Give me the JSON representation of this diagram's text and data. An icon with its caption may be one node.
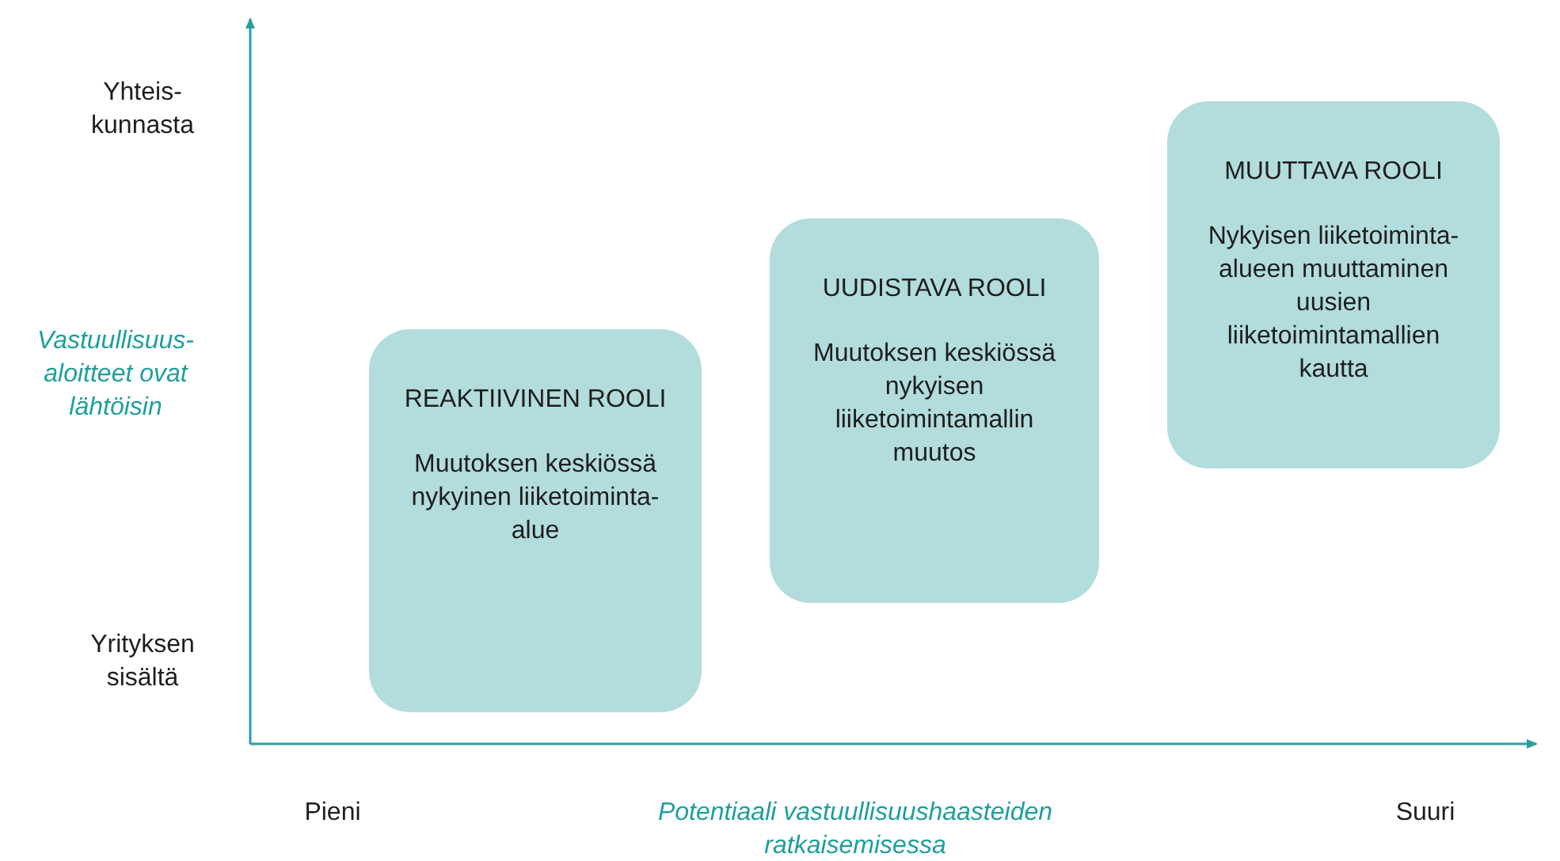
{
  "diagram": {
    "nodes": [
      {
        "text": [
          "REAKTIIVINEN ROOLI",
          "Muutoksen keskiössä nykyinen liiketoiminta-alue"
        ]
      },
      {
        "text": [
          "UUDISTAVA ROOLI",
          "Muutoksen keskiössä nykyisen liiketoimintamallin muutos"
        ]
      },
      {
        "text": [
          "MUUTTAVA ROOLI",
          "Nykyisen liiketoiminta-alueen muuttaminen uusien liiketoimintamallien kautta"
        ]
      }
    ],
    "edges": [],
    "labels": [
      "Yhteis- kunnasta",
      "Vastuullisuus- aloitteet ovat lähtöisin",
      "Yrityksen sisältä",
      "Pieni",
      "Potentiaali vastuullisuushaasteiden ratkaisemisessa",
      "Suuri"
    ]
  }
}
